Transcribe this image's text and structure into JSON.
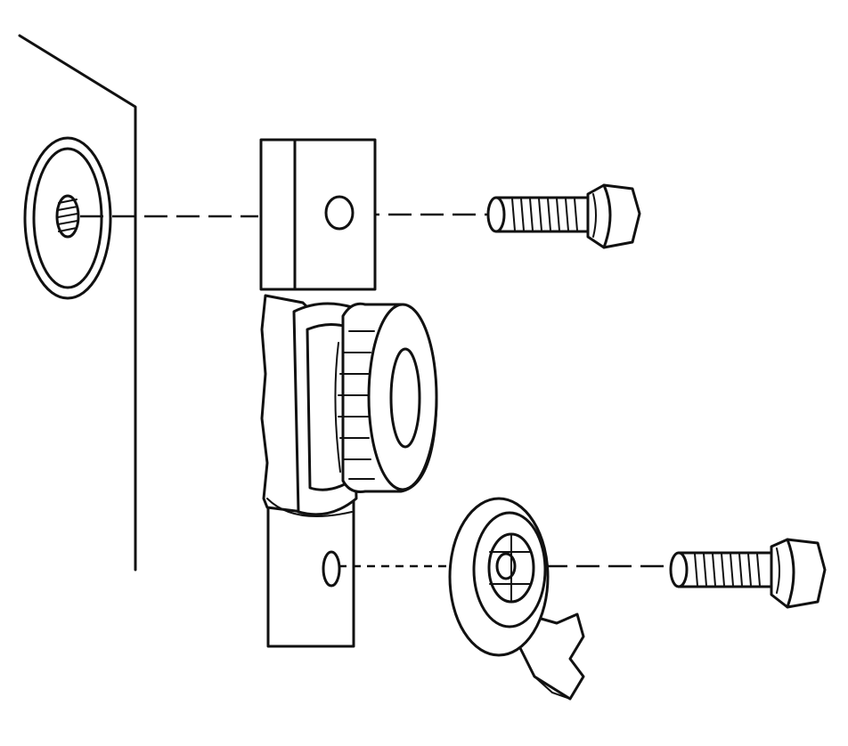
{
  "colors": {
    "ink": "#111111",
    "background": "#ffffff"
  },
  "icons": [
    "mounting-panel",
    "threaded-insert",
    "mounting-bracket",
    "upper-bolt",
    "knob-clamp",
    "lower-bolt",
    "terminal-ring",
    "assembly-line-upper",
    "assembly-line-lower"
  ]
}
